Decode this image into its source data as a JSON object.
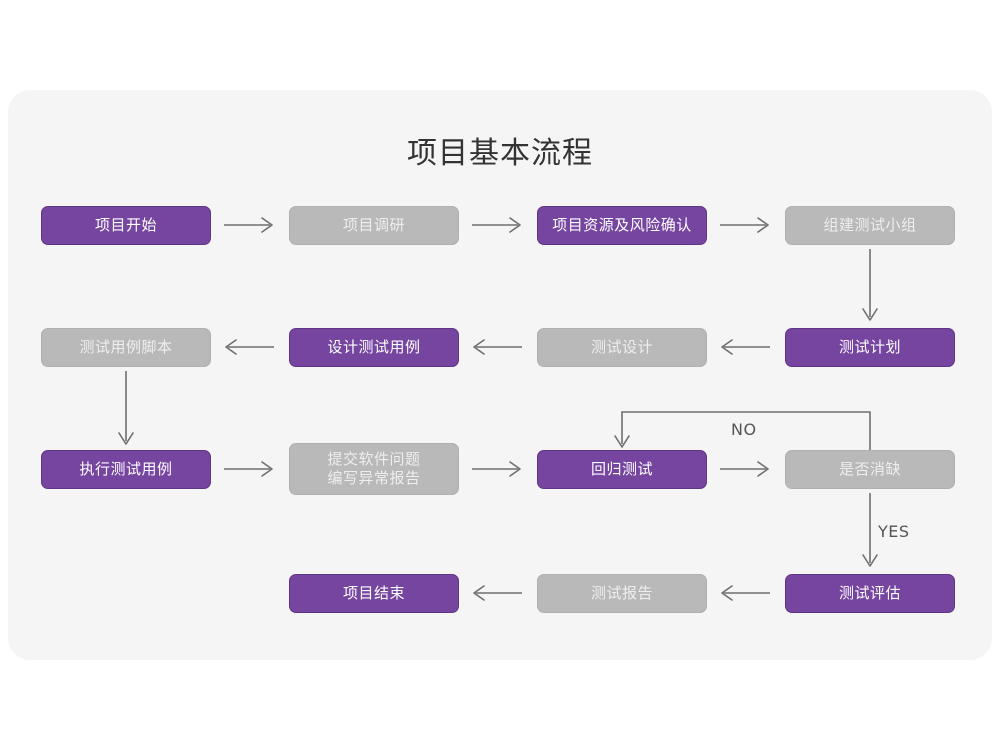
{
  "page": {
    "title": "项目基本流程",
    "background_color": "#ffffff",
    "card_color": "#f5f5f6"
  },
  "theme": {
    "purple": "#7545a0",
    "purple_border": "#5f3585",
    "gray": "#b9b9b9",
    "gray_border": "#b0b0b0",
    "purple_text": "#ffffff",
    "gray_text": "#eeeeee",
    "arrow": "#6f6f6f",
    "title_text": "#333333",
    "label_text": "#555555"
  },
  "flow": {
    "nodes": [
      {
        "id": "n1",
        "label": "项目开始",
        "style": "purple",
        "row": 1,
        "col": 1
      },
      {
        "id": "n2",
        "label": "项目调研",
        "style": "gray",
        "row": 1,
        "col": 2
      },
      {
        "id": "n3",
        "label": "项目资源及风险确认",
        "style": "purple",
        "row": 1,
        "col": 3
      },
      {
        "id": "n4",
        "label": "组建测试小组",
        "style": "gray",
        "row": 1,
        "col": 4
      },
      {
        "id": "n5",
        "label": "测试用例脚本",
        "style": "gray",
        "row": 2,
        "col": 1
      },
      {
        "id": "n6",
        "label": "设计测试用例",
        "style": "purple",
        "row": 2,
        "col": 2
      },
      {
        "id": "n7",
        "label": "测试设计",
        "style": "gray",
        "row": 2,
        "col": 3
      },
      {
        "id": "n8",
        "label": "测试计划",
        "style": "purple",
        "row": 2,
        "col": 4
      },
      {
        "id": "n9",
        "label": "执行测试用例",
        "style": "purple",
        "row": 3,
        "col": 1
      },
      {
        "id": "n10",
        "label": "提交软件问题\n编写异常报告",
        "style": "gray",
        "row": 3,
        "col": 2,
        "tall": true
      },
      {
        "id": "n11",
        "label": "回归测试",
        "style": "purple",
        "row": 3,
        "col": 3
      },
      {
        "id": "n12",
        "label": "是否消缺",
        "style": "gray",
        "row": 3,
        "col": 4
      },
      {
        "id": "n13",
        "label": "项目结束",
        "style": "purple",
        "row": 4,
        "col": 2
      },
      {
        "id": "n14",
        "label": "测试报告",
        "style": "gray",
        "row": 4,
        "col": 3
      },
      {
        "id": "n15",
        "label": "测试评估",
        "style": "purple",
        "row": 4,
        "col": 4
      }
    ],
    "edge_labels": {
      "no": "NO",
      "yes": "YES"
    }
  }
}
